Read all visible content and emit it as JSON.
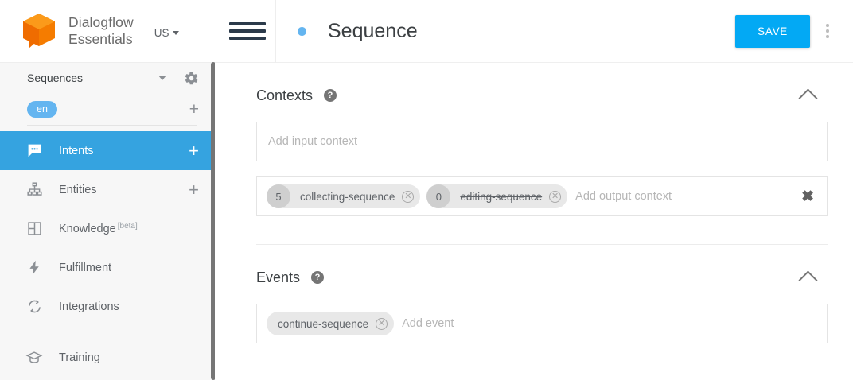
{
  "brand": {
    "name_line1": "Dialogflow",
    "name_line2": "Essentials",
    "region": "US",
    "logo_color": "#ef6c00"
  },
  "sidebar": {
    "agent_name": "Sequences",
    "language_chip": "en",
    "language_add": "+",
    "gear_icon": "gear-icon",
    "items": [
      {
        "label": "Intents",
        "icon": "intents-icon",
        "active": true,
        "plus": "+",
        "beta": ""
      },
      {
        "label": "Entities",
        "icon": "entities-icon",
        "active": false,
        "plus": "+",
        "beta": ""
      },
      {
        "label": "Knowledge",
        "icon": "knowledge-icon",
        "active": false,
        "plus": "",
        "beta": "[beta]"
      },
      {
        "label": "Fulfillment",
        "icon": "fulfillment-icon",
        "active": false,
        "plus": "",
        "beta": ""
      },
      {
        "label": "Integrations",
        "icon": "integrations-icon",
        "active": false,
        "plus": "",
        "beta": ""
      },
      {
        "label": "Training",
        "icon": "training-icon",
        "active": false,
        "plus": "",
        "beta": ""
      }
    ]
  },
  "topbar": {
    "menu_icon": "hamburger-icon",
    "status_dot_color": "#64b5f0",
    "title": "Sequence",
    "save_label": "SAVE",
    "save_color": "#03a9f4",
    "overflow_icon": "kebab-menu-icon"
  },
  "contexts": {
    "title": "Contexts",
    "help_icon": "help-icon",
    "collapse_icon": "chevron-up-icon",
    "input_placeholder": "Add input context",
    "output_placeholder": "Add output context",
    "clear_icon": "clear-icon",
    "output_chips": [
      {
        "count": "5",
        "label": "collecting-sequence",
        "expired": false
      },
      {
        "count": "0",
        "label": "editing-sequence",
        "expired": true
      }
    ]
  },
  "events": {
    "title": "Events",
    "help_icon": "help-icon",
    "collapse_icon": "chevron-up-icon",
    "placeholder": "Add event",
    "chips": [
      {
        "label": "continue-sequence"
      }
    ]
  }
}
